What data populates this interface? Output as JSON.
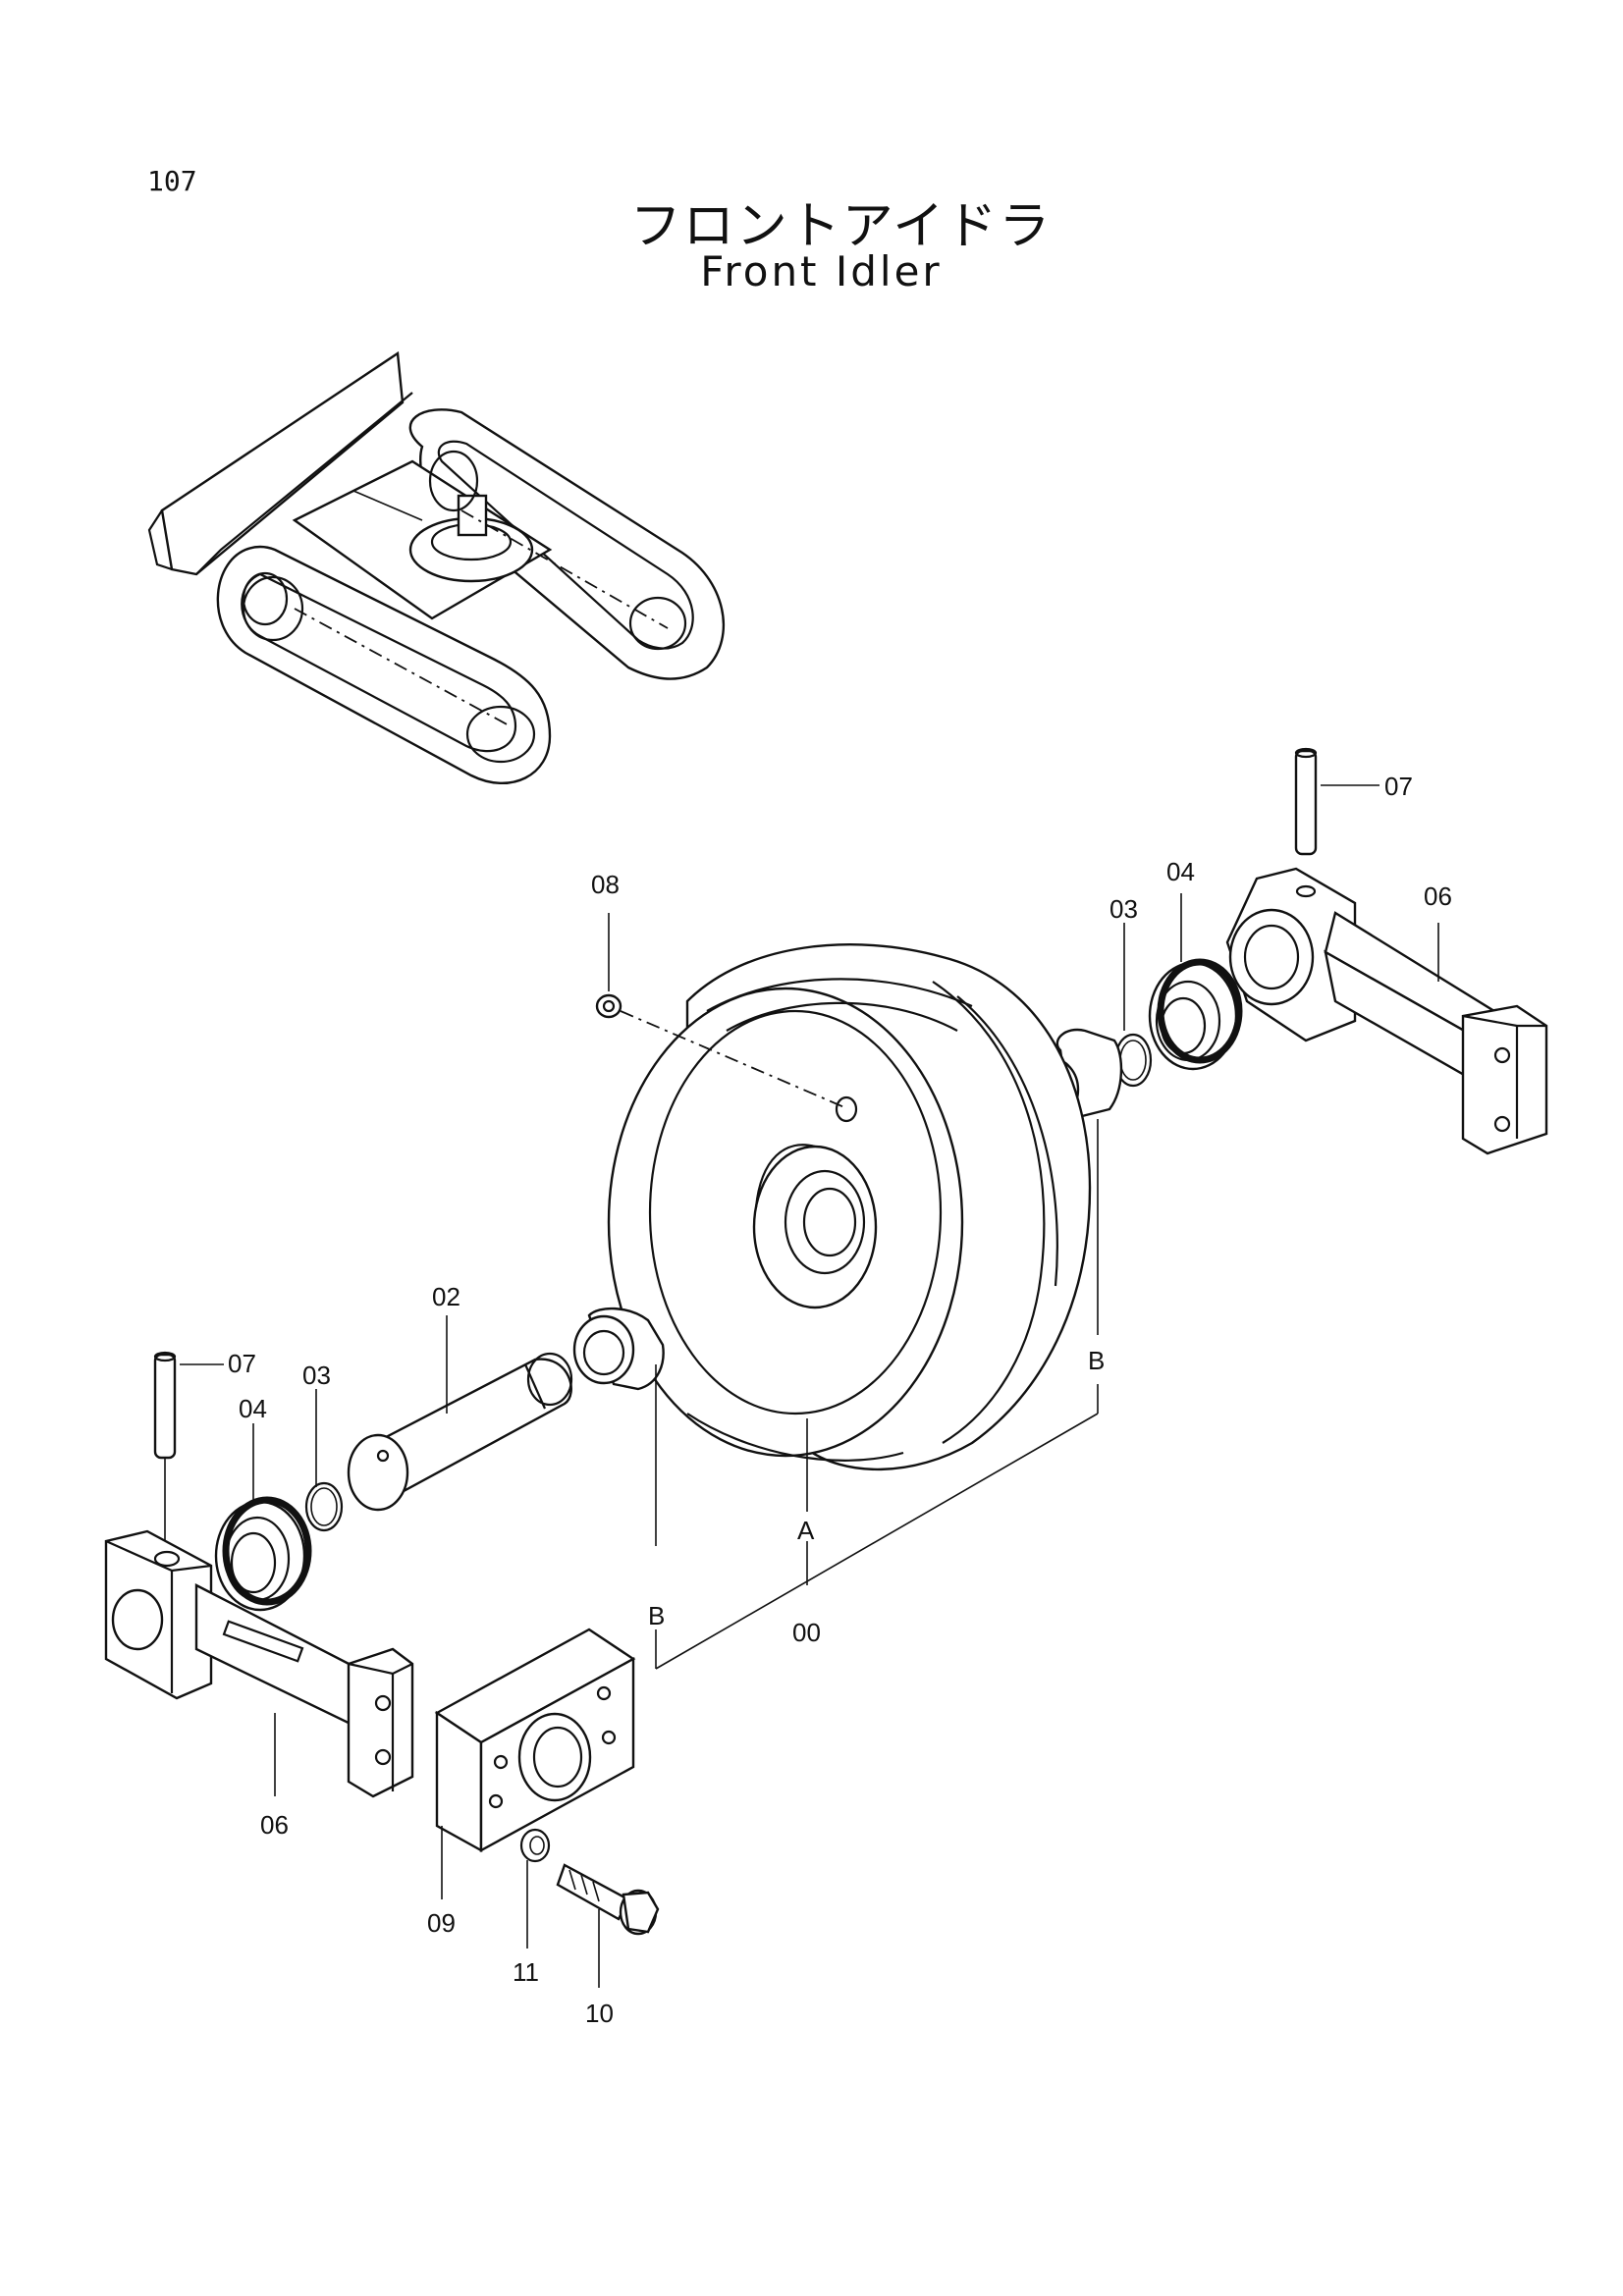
{
  "page_number": "107",
  "title_jp": "フロントアイドラ",
  "title_en": "Front Idler",
  "labels": {
    "p00": "00",
    "p02": "02",
    "p03_left": "03",
    "p03_right": "03",
    "p04_left": "04",
    "p04_right": "04",
    "p06_left": "06",
    "p06_right": "06",
    "p07_left": "07",
    "p07_right": "07",
    "p08": "08",
    "p09": "09",
    "p10": "10",
    "p11": "11",
    "ref_a": "A",
    "ref_b_left": "B",
    "ref_b_right": "B"
  }
}
